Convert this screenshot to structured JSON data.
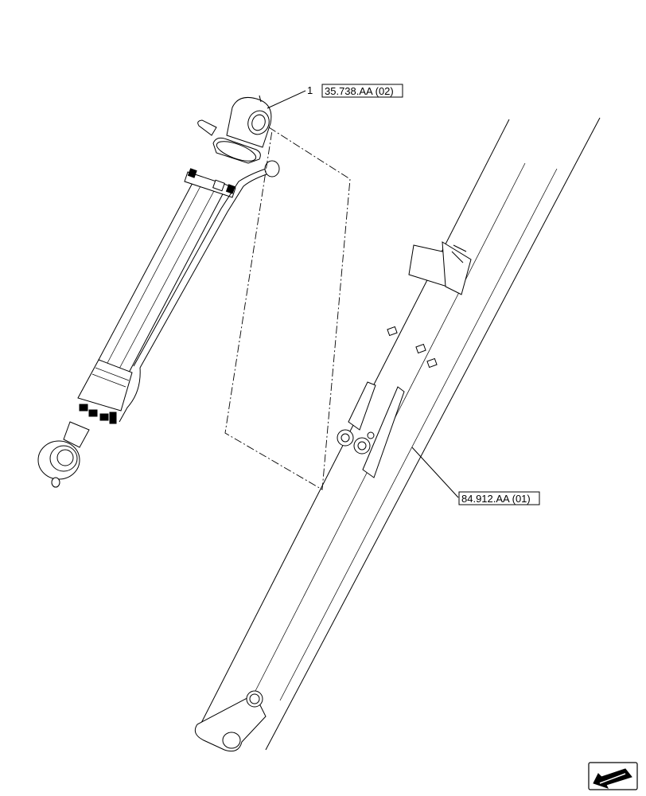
{
  "callouts": [
    {
      "number": "1",
      "reference": "35.738.AA (02)"
    }
  ],
  "references": {
    "boom": "84.912.AA (01)"
  },
  "icons": {
    "corner": "navigation-arrow-icon"
  }
}
